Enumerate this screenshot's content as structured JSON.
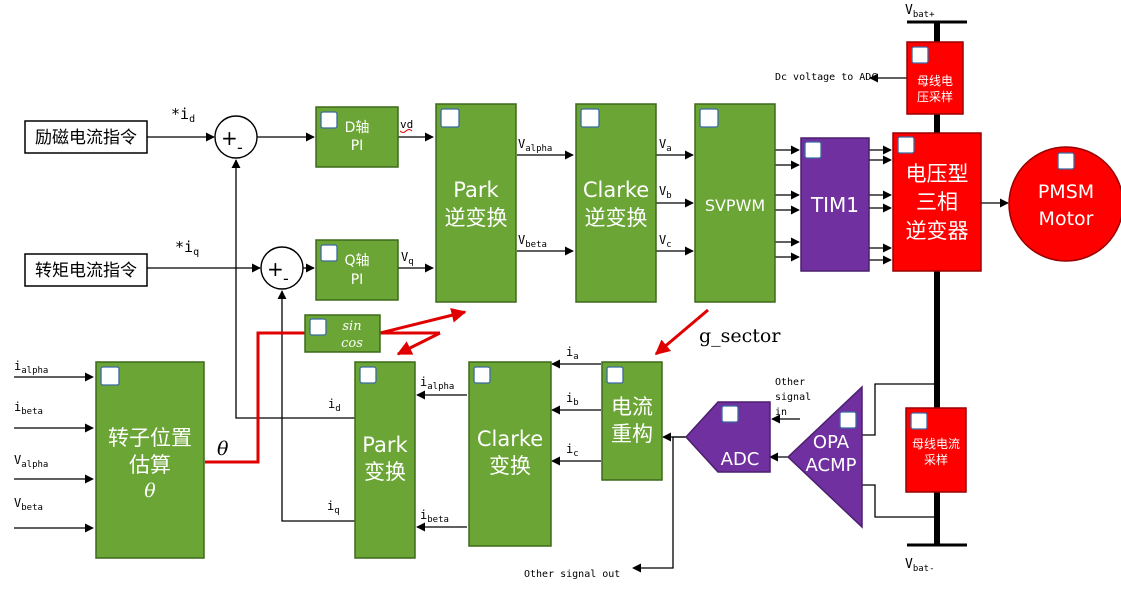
{
  "inputs": {
    "excitation_cmd": "励磁电流指令",
    "torque_cmd": "转矩电流指令",
    "id_ref": "*i",
    "id_ref_sub": "d",
    "iq_ref": "*i",
    "iq_ref_sub": "q"
  },
  "summers": {
    "sign": "+",
    "minus": "-"
  },
  "blocks": {
    "d_pi": [
      "D轴",
      "PI"
    ],
    "q_pi": [
      "Q轴",
      "PI"
    ],
    "inv_park": [
      "Park",
      "逆变换"
    ],
    "inv_clarke": [
      "Clarke",
      "逆变换"
    ],
    "svpwm": "SVPWM",
    "tim1": "TIM1",
    "inverter": [
      "电压型",
      "三相",
      "逆变器"
    ],
    "motor": [
      "PMSM",
      "Motor"
    ],
    "bus_v_sample": [
      "母线电",
      "压采样"
    ],
    "bus_i_sample": [
      "母线电流",
      "采样"
    ],
    "sincos": [
      "sin",
      "cos"
    ],
    "rotor_est": [
      "转子位置",
      "估算",
      "θ"
    ],
    "park": [
      "Park",
      "变换"
    ],
    "clarke": [
      "Clarke",
      "变换"
    ],
    "cur_recon": [
      "电流",
      "重构"
    ],
    "adc": "ADC",
    "opa": [
      "OPA",
      "ACMP"
    ]
  },
  "signals": {
    "vd": "vd",
    "vq_main": "V",
    "vq_sub": "q",
    "v_main": "V",
    "valpha_sub": "alpha",
    "vbeta_sub": "beta",
    "va_sub": "a",
    "vb_sub": "b",
    "vc_sub": "c",
    "i_main": "i",
    "ia_sub": "a",
    "ib_sub": "b",
    "ic_sub": "c",
    "ialpha_sub": "alpha",
    "ibeta_sub": "beta",
    "id_sub": "d",
    "iq_sub": "q",
    "theta": "θ",
    "g_sector": "g_sector",
    "vbat_plus_sub": "bat+",
    "vbat_minus_sub": "bat-",
    "dc_voltage": "Dc voltage to ADC",
    "other_in": [
      "Other",
      "signal",
      "in"
    ],
    "other_out": "Other signal out"
  }
}
